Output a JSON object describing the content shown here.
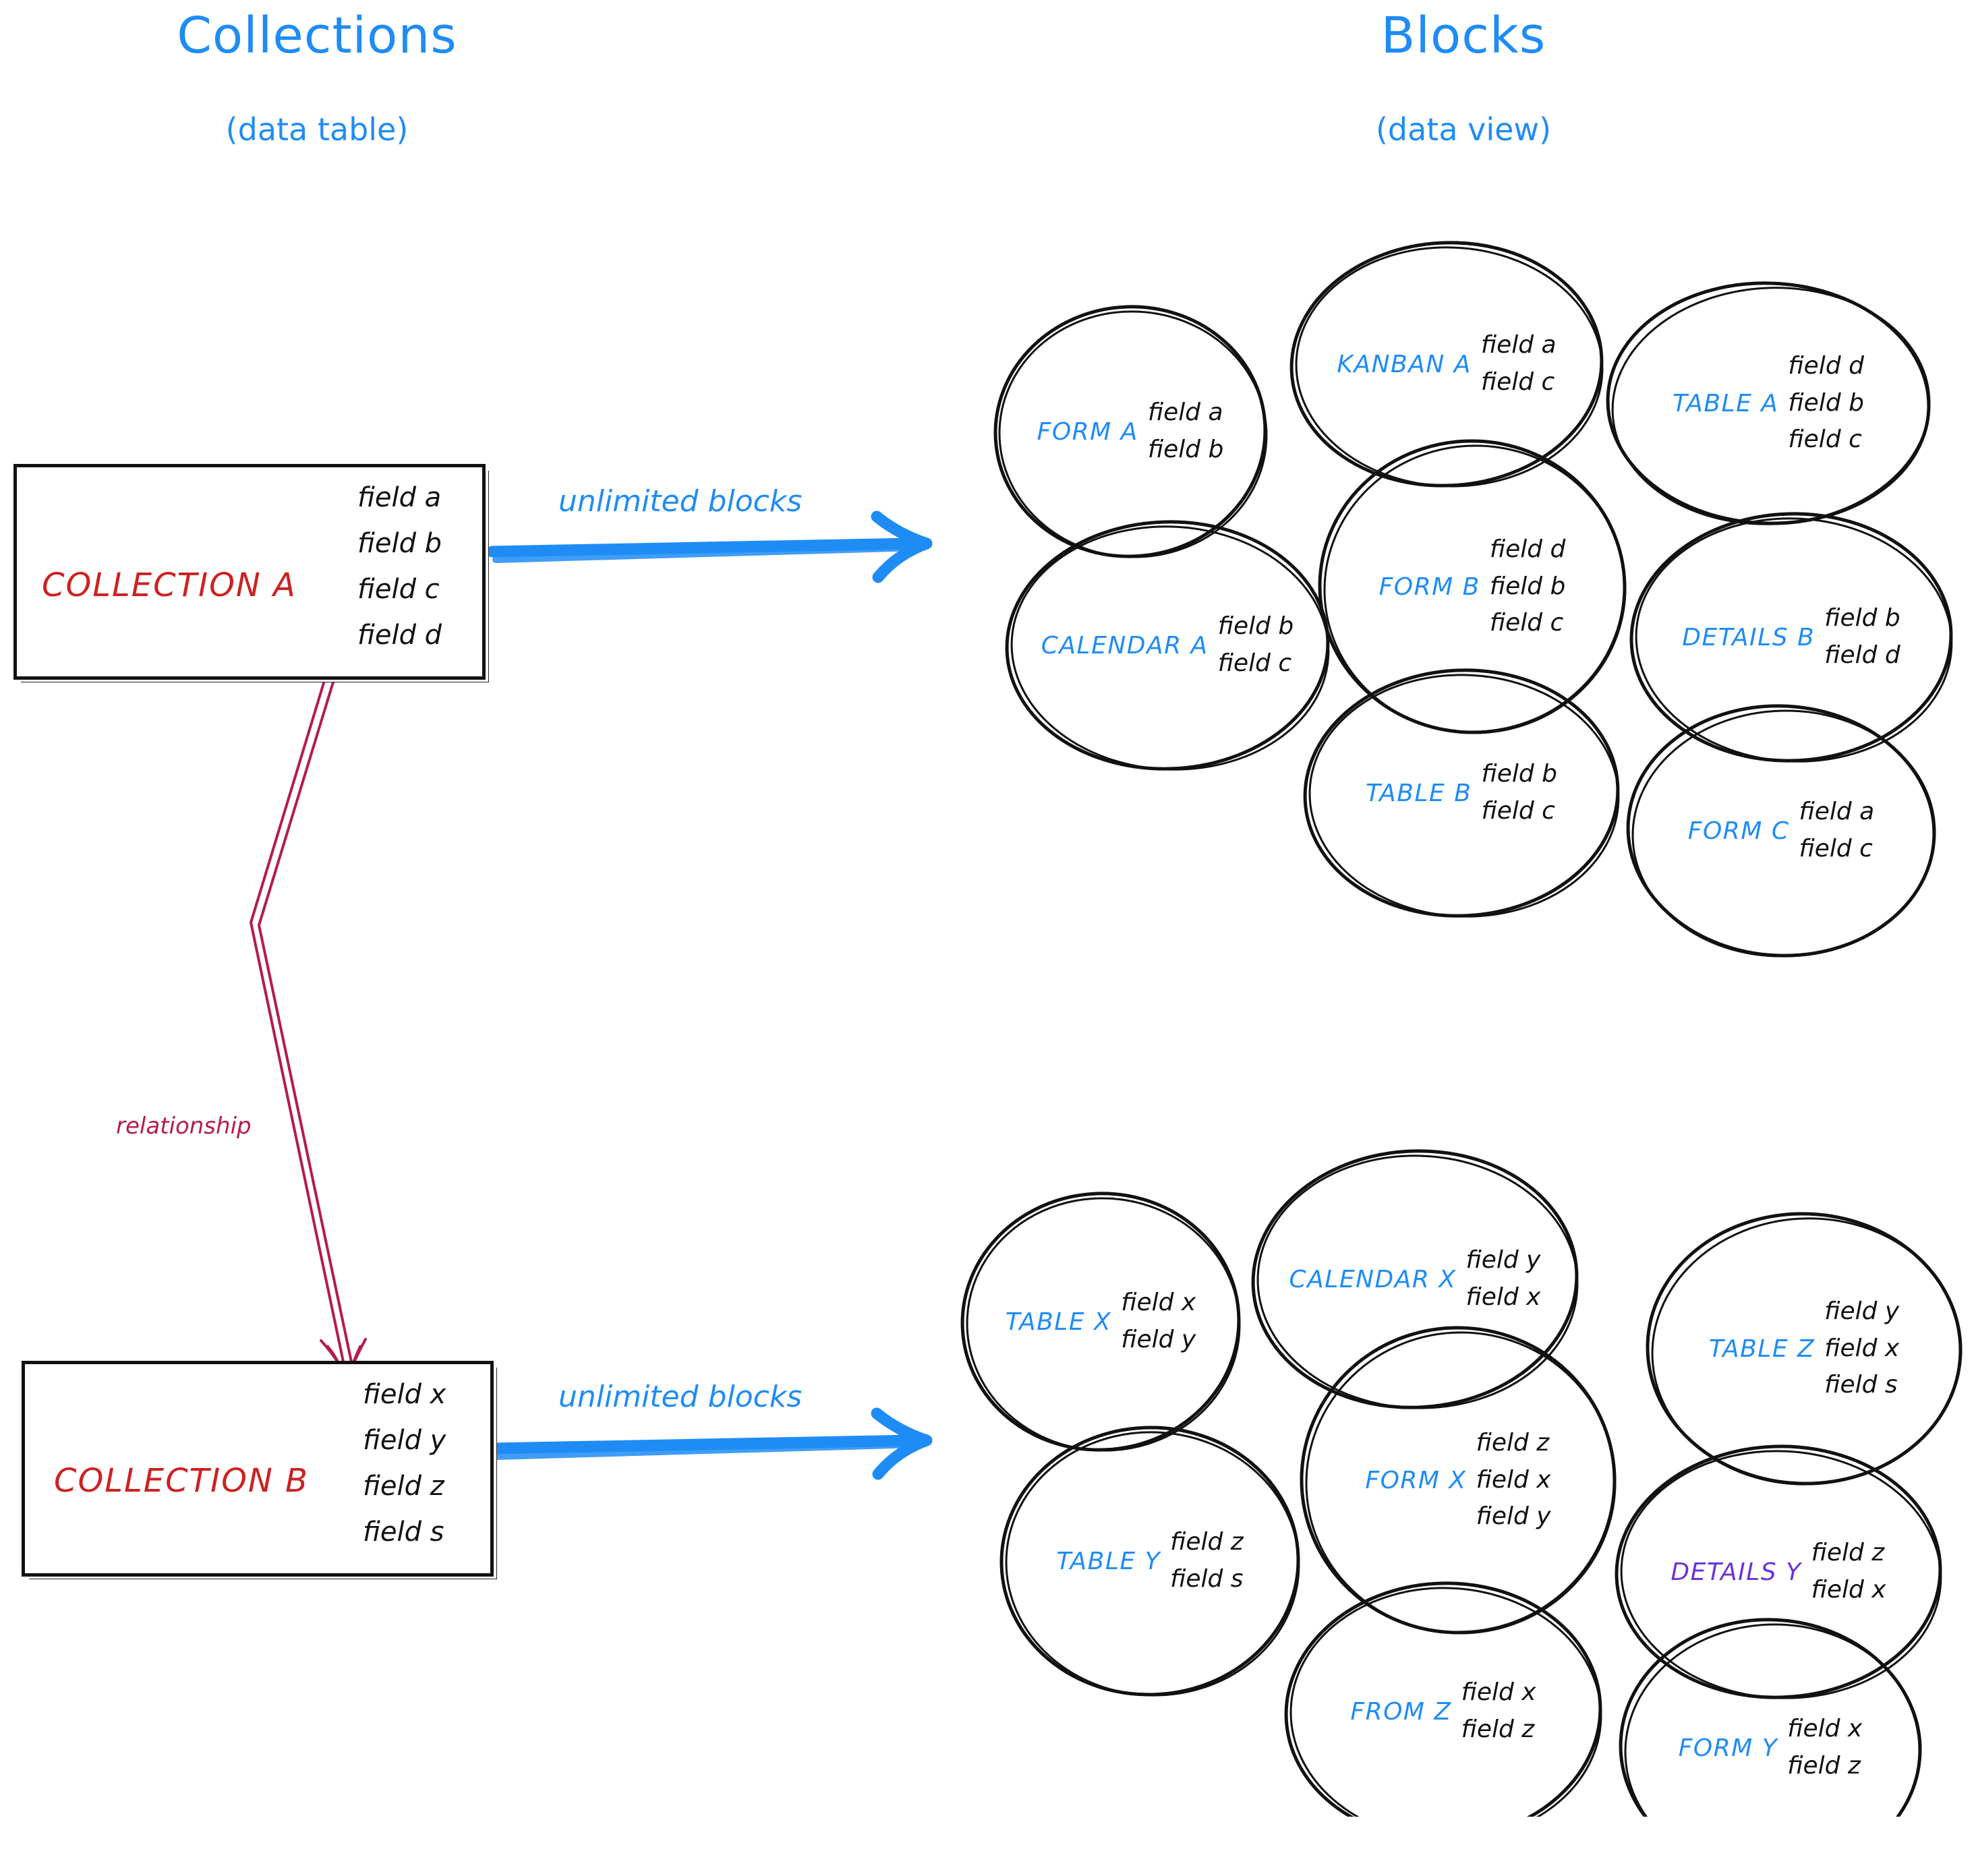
{
  "columns": {
    "left": {
      "title": "Collections",
      "subtitle": "(data table)"
    },
    "right": {
      "title": "Blocks",
      "subtitle": "(data view)"
    }
  },
  "colors": {
    "accent_blue": "#1f8cf5",
    "collection_red": "#cc2222",
    "relationship_crimson": "#b31b52",
    "details_purple": "#6a33d9",
    "stroke_black": "#111111"
  },
  "collections": [
    {
      "name": "COLLECTION A",
      "fields": [
        "field a",
        "field b",
        "field c",
        "field d"
      ],
      "arrow_label": "unlimited blocks"
    },
    {
      "name": "COLLECTION B",
      "fields": [
        "field x",
        "field y",
        "field z",
        "field s"
      ],
      "arrow_label": "unlimited blocks"
    }
  ],
  "relationship": {
    "label": "relationship"
  },
  "blocks_top": [
    {
      "name": "FORM A",
      "color": "#1f8cf5",
      "fields": [
        "field a",
        "field b"
      ]
    },
    {
      "name": "KANBAN A",
      "color": "#1f8cf5",
      "fields": [
        "field a",
        "field c"
      ]
    },
    {
      "name": "TABLE A",
      "color": "#1f8cf5",
      "fields": [
        "field d",
        "field b",
        "field c"
      ]
    },
    {
      "name": "CALENDAR A",
      "color": "#1f8cf5",
      "fields": [
        "field b",
        "field c"
      ]
    },
    {
      "name": "FORM B",
      "color": "#1f8cf5",
      "fields": [
        "field d",
        "field b",
        "field c"
      ]
    },
    {
      "name": "DETAILS B",
      "color": "#1f8cf5",
      "fields": [
        "field b",
        "field d"
      ]
    },
    {
      "name": "TABLE B",
      "color": "#1f8cf5",
      "fields": [
        "field b",
        "field c"
      ]
    },
    {
      "name": "FORM C",
      "color": "#1f8cf5",
      "fields": [
        "field a",
        "field c"
      ]
    }
  ],
  "blocks_bottom": [
    {
      "name": "TABLE X",
      "color": "#1f8cf5",
      "fields": [
        "field x",
        "field y"
      ]
    },
    {
      "name": "CALENDAR X",
      "color": "#1f8cf5",
      "fields": [
        "field y",
        "field x"
      ]
    },
    {
      "name": "TABLE Z",
      "color": "#1f8cf5",
      "fields": [
        "field y",
        "field x",
        "field s"
      ]
    },
    {
      "name": "TABLE Y",
      "color": "#1f8cf5",
      "fields": [
        "field z",
        "field s"
      ]
    },
    {
      "name": "FORM X",
      "color": "#1f8cf5",
      "fields": [
        "field z",
        "field x",
        "field y"
      ]
    },
    {
      "name": "DETAILS Y",
      "color": "#6a33d9",
      "fields": [
        "field z",
        "field x"
      ]
    },
    {
      "name": "FROM Z",
      "color": "#1f8cf5",
      "fields": [
        "field x",
        "field z"
      ]
    },
    {
      "name": "FORM Y",
      "color": "#1f8cf5",
      "fields": [
        "field x",
        "field z"
      ]
    }
  ]
}
